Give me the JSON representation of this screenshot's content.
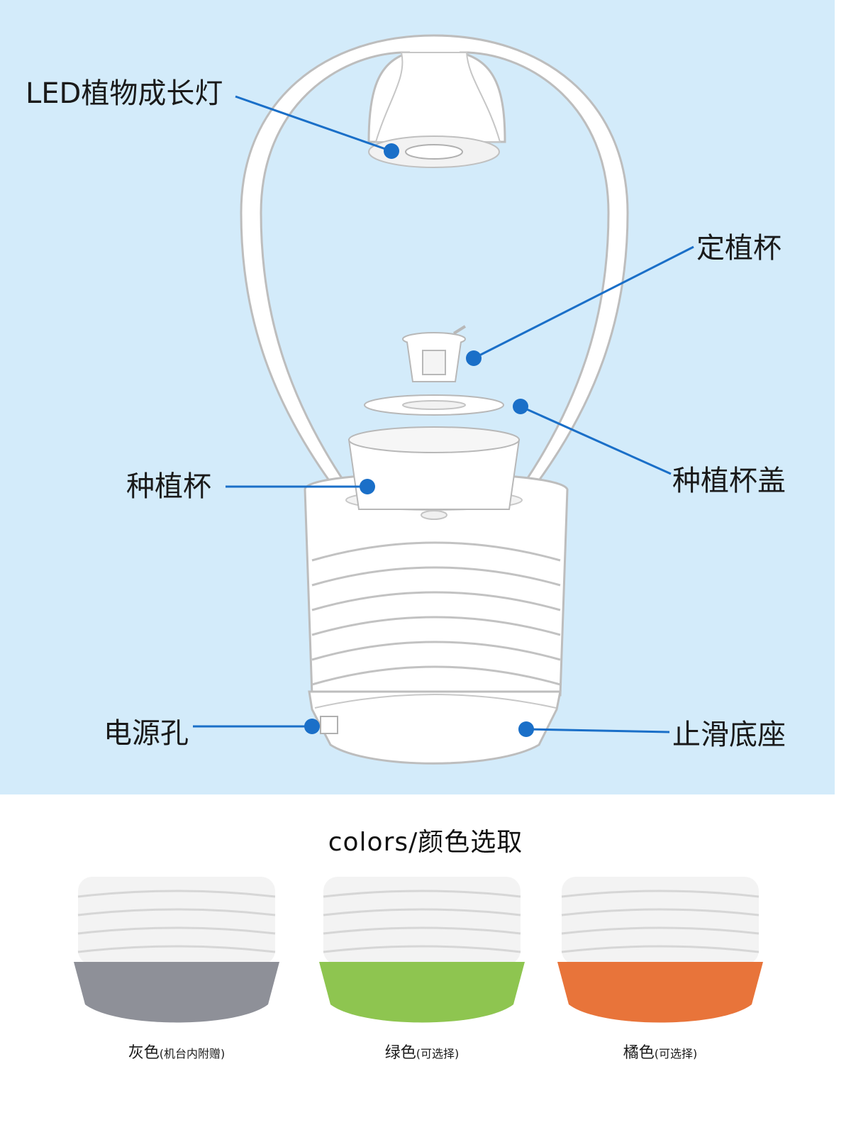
{
  "labels": {
    "led": "LED植物成长灯",
    "fixed_cup": "定植杯",
    "cup_lid": "种植杯盖",
    "planting_cup": "种植杯",
    "power_hole": "电源孔",
    "base": "止滑底座"
  },
  "colors_title": "colors/颜色选取",
  "options": [
    {
      "name": "灰色",
      "note": "(机台内附赠)",
      "color": "#8e9098"
    },
    {
      "name": "绿色",
      "note": "(可选择)",
      "color": "#8ec550"
    },
    {
      "name": "橘色",
      "note": "(可选择)",
      "color": "#e8743a"
    }
  ],
  "accent_color": "#1a6fc8",
  "background_color": "#d3ebfa"
}
